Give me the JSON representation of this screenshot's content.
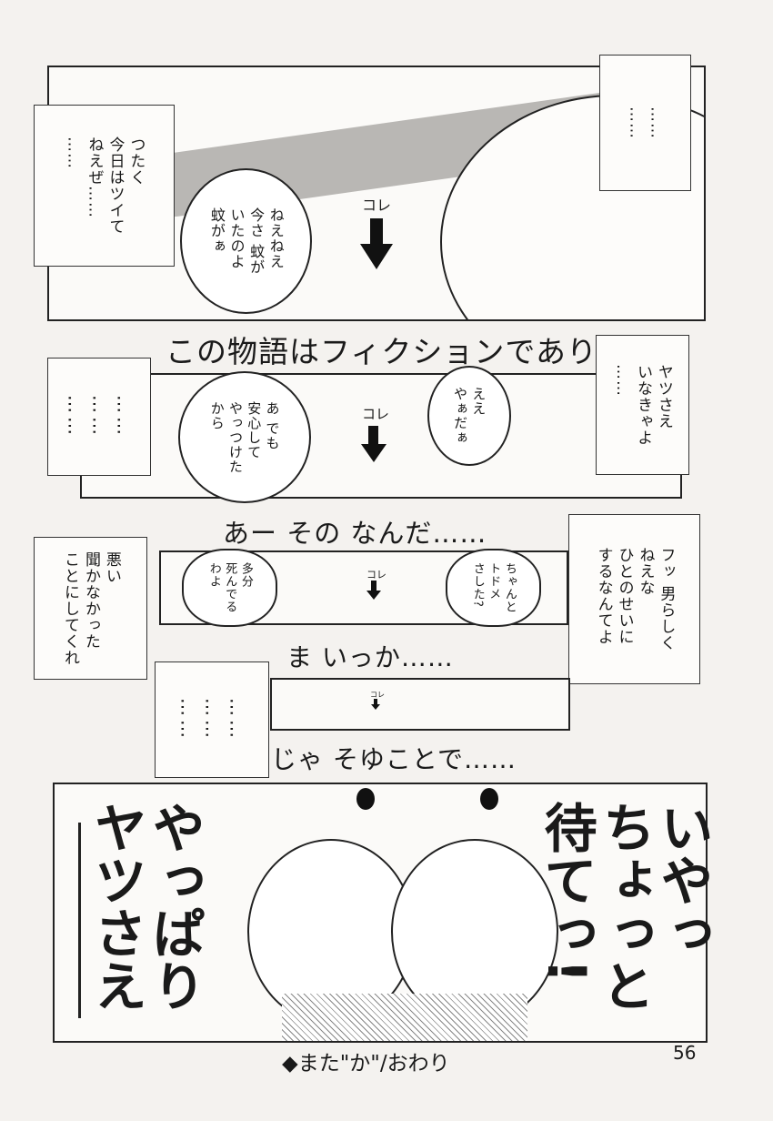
{
  "panel1": {
    "box_left": "つたく\n今日はツイて\nねえぜ……\n……",
    "box_right": "……\n……",
    "bubble": "ねえねえ\n今さ 蚊が\nいたのよ\n蚊がぁ",
    "kore": "コレ"
  },
  "caption1": "この物語はフィクションであり",
  "panel2": {
    "box_left": "……\n……\n……",
    "bubble_left": "あ でも\n安心して\nやっつけた\nから",
    "kore": "コレ",
    "bubble_right": "ええ\nやぁだぁ",
    "box_right": "ヤツさえ\nいなきゃよ\n……"
  },
  "caption2": "あー その なんだ……",
  "panel3": {
    "box_left": "悪い\n聞かなかった\nことにしてくれ",
    "bubble_left": "多分\n死んでる\nわよ",
    "kore": "コレ",
    "bubble_right": "ちゃんと\nトドメ\nさした?",
    "box_right": "フッ 男らしく\nねえな\nひとのせいに\nするなんてよ"
  },
  "caption3": "ま いっか……",
  "panel4": {
    "box_left": "……\n……\n……",
    "kore": "コレ"
  },
  "caption4": "じゃ そゆことで……",
  "panel5": {
    "shout_right": "いやっ\nちょっと\n待てっ!",
    "shout_left": "やっぱり\nヤツさえ"
  },
  "footer": {
    "end_label": "◆また\"か\"/おわり",
    "page_number": "56"
  }
}
